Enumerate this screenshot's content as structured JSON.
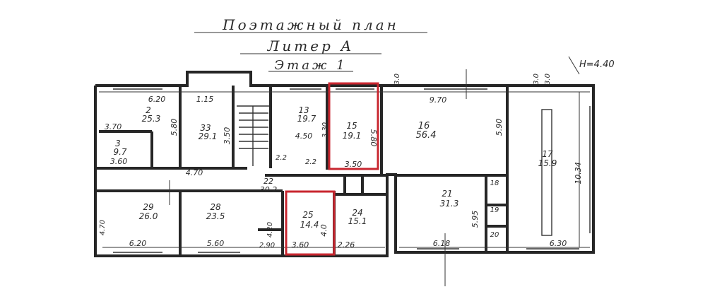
{
  "header": {
    "title": "Поэтажный план",
    "subtitle": "Литер А",
    "floor": "Этаж 1",
    "height_mark": "H=4.40"
  },
  "colors": {
    "walls": "#262626",
    "highlight": "#c8262f",
    "background": "#ffffff"
  },
  "rooms": [
    {
      "id": "r2",
      "number": "2",
      "area": "25.3"
    },
    {
      "id": "r3",
      "number": "3",
      "area": "9.7"
    },
    {
      "id": "r33",
      "number": "33",
      "area": "29.1"
    },
    {
      "id": "r13",
      "number": "13",
      "area": "19.7"
    },
    {
      "id": "r15",
      "number": "15",
      "area": "19.1"
    },
    {
      "id": "r16",
      "number": "16",
      "area": "56.4"
    },
    {
      "id": "r17",
      "number": "17",
      "area": "15.9"
    },
    {
      "id": "r29",
      "number": "29",
      "area": "26.0"
    },
    {
      "id": "r28",
      "number": "28",
      "area": "23.5"
    },
    {
      "id": "r22",
      "number": "22",
      "area": "30.2"
    },
    {
      "id": "r25",
      "number": "25",
      "area": "14.4"
    },
    {
      "id": "r24",
      "number": "24",
      "area": "15.1"
    },
    {
      "id": "r21",
      "number": "21",
      "area": "31.3"
    },
    {
      "id": "r18",
      "number": "18",
      "area": ""
    },
    {
      "id": "r19",
      "number": "19",
      "area": ""
    },
    {
      "id": "r20",
      "number": "20",
      "area": ""
    }
  ],
  "dimensions": [
    "6.20",
    "1.15",
    "9.70",
    "3.70",
    "3.60",
    "5.80",
    "4.50",
    "3.50",
    "5.80",
    "4.70",
    "3.50",
    "3.60",
    "2.26",
    "4.0",
    "5.60",
    "6.20",
    "6.18",
    "6.30",
    "5.95",
    "5.90",
    "10.34",
    "4.20",
    "2.90",
    "3.0",
    "3.0",
    "3.0",
    "3.30",
    "2.2",
    "2.2",
    "4.70"
  ],
  "highlighted_rooms": [
    "15",
    "25"
  ]
}
